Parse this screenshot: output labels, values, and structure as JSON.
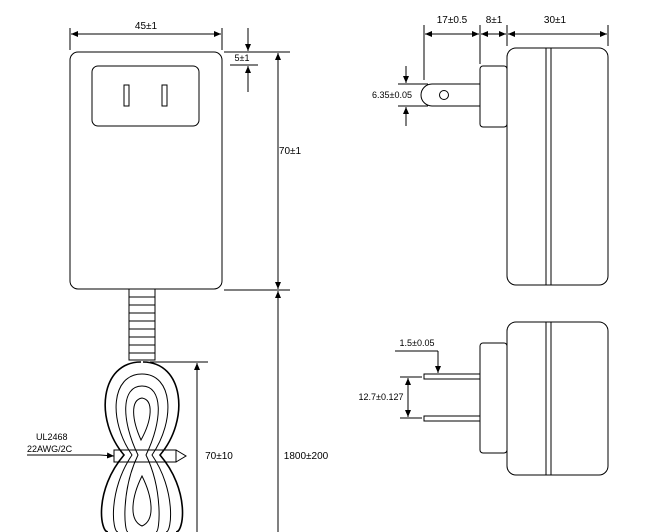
{
  "front_view": {
    "width_dim": "45±1",
    "height_dim": "70±1",
    "socket_offset_dim": "5±1"
  },
  "side_view": {
    "prong_length_dim": "17±0.5",
    "base_dim": "8±1",
    "body_depth_dim": "30±1",
    "prong_dia_dim": "6.35±0.05"
  },
  "bottom_view": {
    "prong_thickness_dim": "1.5±0.05",
    "prong_spacing_dim": "12.7±0.127"
  },
  "cable": {
    "spec_line1": "UL2468",
    "spec_line2": "22AWG/2C",
    "coil_length_dim": "70±10",
    "cable_length_dim": "1800±200"
  }
}
